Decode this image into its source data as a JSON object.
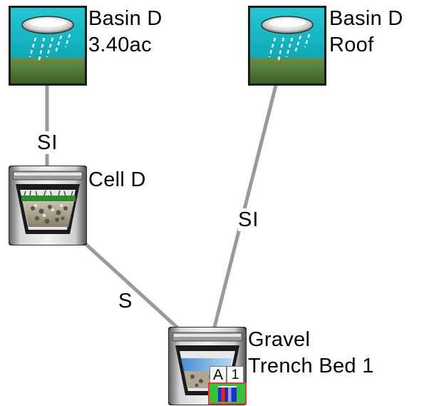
{
  "nodes": {
    "basin_left": {
      "line1": "Basin  D",
      "line2": "3.40ac"
    },
    "basin_right": {
      "line1": "Basin  D",
      "line2": "Roof"
    },
    "cell": {
      "line1": "Cell D"
    },
    "trench": {
      "line1": "Gravel",
      "line2": "Trench Bed 1",
      "badge_a": "A",
      "badge_num": "1"
    }
  },
  "links": {
    "basin_left_to_cell": "SI",
    "basin_right_to_trench": "SI",
    "cell_to_trench": "S"
  },
  "colors": {
    "link_line": "#9a9a9a",
    "basin_sky": "#16b8c4",
    "basin_ground": "#4f7a34",
    "bmp_frame": "#b4b4b4",
    "status_outer": "#e33b3b",
    "status_fill": "#39c13b"
  },
  "icons": {
    "basin": "rain-cloud-icon",
    "bio_cell": "bioretention-cell-icon",
    "trench": "gravel-trench-icon"
  }
}
